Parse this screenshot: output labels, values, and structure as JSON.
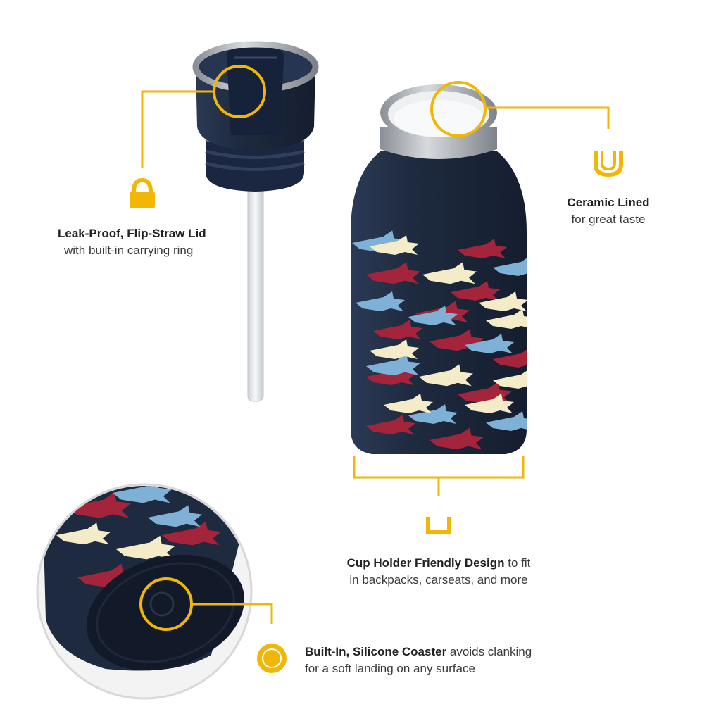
{
  "features": {
    "lid": {
      "title": "Leak-Proof, Flip-Straw Lid",
      "subtitle": "with built-in carrying ring",
      "icon": "carry-ring-icon"
    },
    "ceramic": {
      "title": "Ceramic Lined",
      "subtitle": "for great taste",
      "icon": "cup-lining-icon"
    },
    "cupholder": {
      "title": "Cup Holder Friendly Design",
      "title_suffix": " to fit",
      "subtitle": "in backpacks, carseats, and more",
      "icon": "cup-holder-icon"
    },
    "coaster": {
      "title": "Built-In, Silicone Coaster",
      "title_suffix": " avoids clanking",
      "subtitle": "for a soft landing on any surface",
      "icon": "coaster-disc-icon"
    }
  },
  "colors": {
    "accent": "#F2B705",
    "bottle_navy": "#1e2a3f",
    "shark_red": "#a3243b",
    "shark_blue": "#7fb1d6",
    "shark_cream": "#f4ecc9"
  }
}
